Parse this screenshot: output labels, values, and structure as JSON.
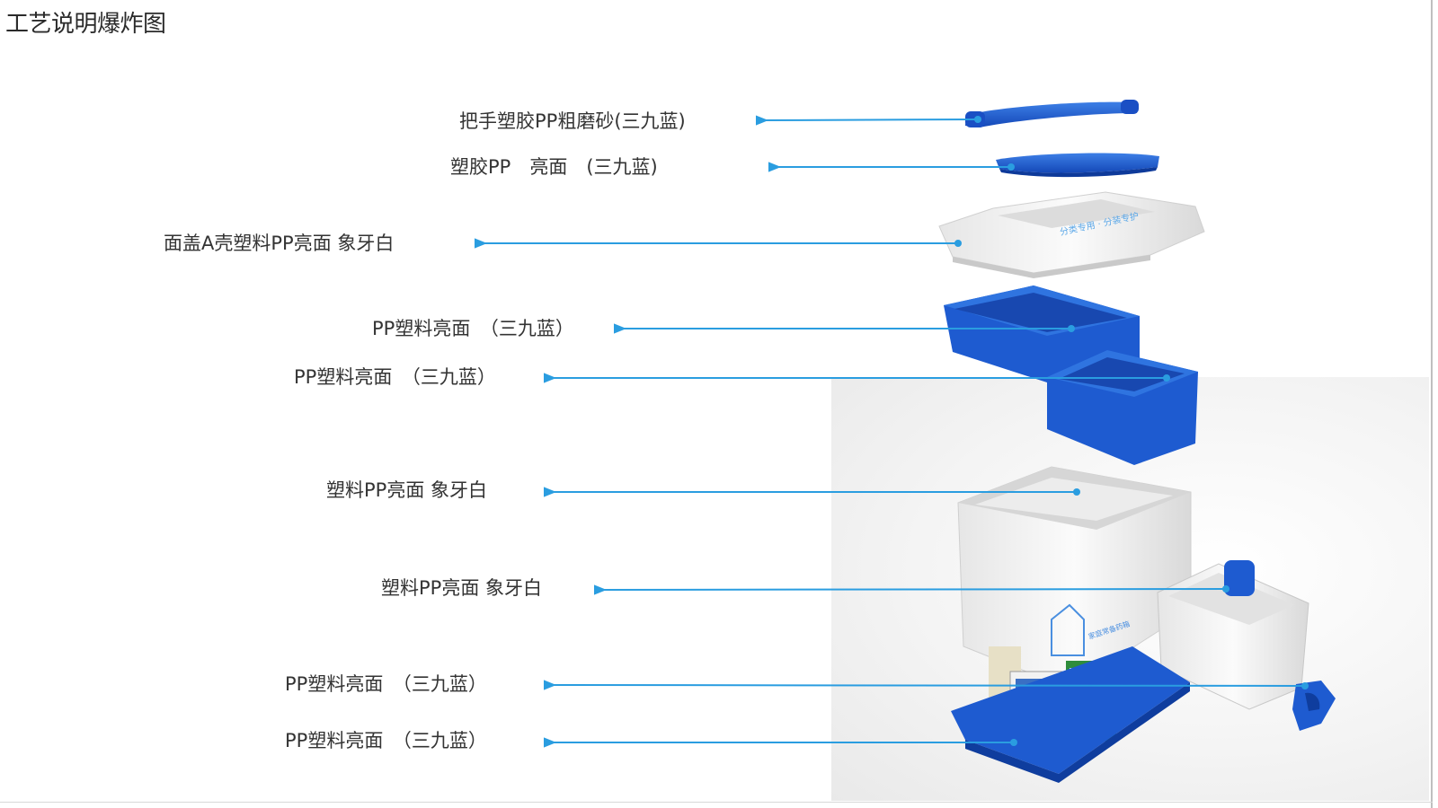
{
  "title": "工艺说明爆炸图",
  "colors": {
    "leader": "#2a9de0",
    "blue": "#1f5fd0",
    "ivory": "#f3f3f3"
  },
  "callouts": [
    {
      "id": "handle",
      "text": "把手塑胶PP粗磨砂(三九蓝)"
    },
    {
      "id": "top-lid",
      "text": "塑胶PP　亮面　(三九蓝)"
    },
    {
      "id": "cover-shell",
      "text": "面盖A壳塑料PP亮面  象牙白"
    },
    {
      "id": "tray-1",
      "text": "PP塑料亮面　（三九蓝）"
    },
    {
      "id": "tray-2",
      "text": "PP塑料亮面　（三九蓝）"
    },
    {
      "id": "main-body",
      "text": "塑料PP亮面  象牙白"
    },
    {
      "id": "side-drawer",
      "text": "塑料PP亮面  象牙白"
    },
    {
      "id": "latch",
      "text": "PP塑料亮面　（三九蓝）"
    },
    {
      "id": "base",
      "text": "PP塑料亮面　（三九蓝）"
    }
  ]
}
